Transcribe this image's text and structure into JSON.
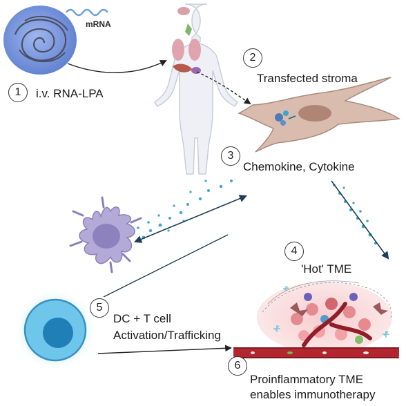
{
  "steps": [
    {
      "number": "1",
      "label": "i.v. RNA-LPA"
    },
    {
      "number": "2",
      "label": "Transfected stroma"
    },
    {
      "number": "3",
      "label": "Chemokine, Cytokine"
    },
    {
      "number": "4",
      "label": "'Hot' TME"
    },
    {
      "number": "5",
      "label_line1": "DC + T cell",
      "label_line2": "Activation/Trafficking"
    },
    {
      "number": "6",
      "label_line1": "Proinflammatory TME",
      "label_line2": "enables immunotherapy"
    }
  ],
  "mrna_label": "mRNA",
  "colors": {
    "nanoparticle": "#6f8fd8",
    "body": "#eef0f6",
    "lungs": "#e0a4ae",
    "fibroblast": "#c7a89a",
    "dendritic_cell": "#a9a0cf",
    "t_cell": "#3b8fc0",
    "vessel": "#b3262f",
    "arrow": "#1f3d55",
    "dots": "#3ba6d1"
  },
  "icons": [
    "lipid-nanoparticle-icon",
    "human-body-icon",
    "fibroblast-icon",
    "dendritic-cell-icon",
    "t-cell-icon",
    "tumor-microenvironment-icon"
  ]
}
